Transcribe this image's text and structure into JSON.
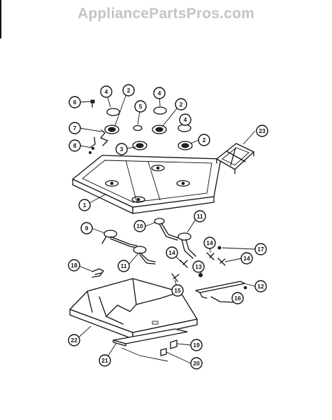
{
  "watermark": "AppliancePartsPros.com",
  "callouts": [
    "1",
    "2",
    "2",
    "2",
    "3",
    "4",
    "4",
    "4",
    "5",
    "6",
    "7",
    "8",
    "9",
    "10",
    "11",
    "11",
    "12",
    "13",
    "14",
    "14",
    "15",
    "16",
    "17",
    "18",
    "19",
    "20",
    "21",
    "22",
    "23"
  ]
}
